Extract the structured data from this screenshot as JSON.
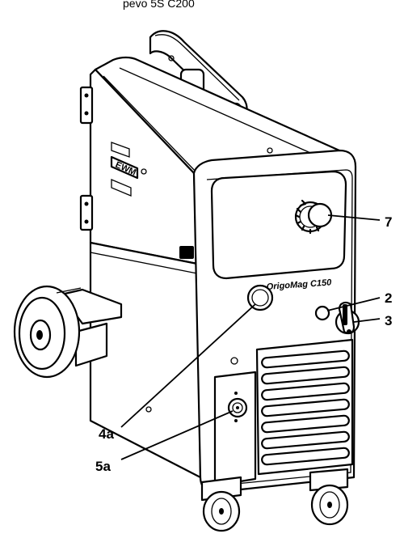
{
  "caption": "pevo 5S C200",
  "brand": {
    "side_logo": "EWM",
    "front_model": "OrigoMag C150"
  },
  "callouts": [
    {
      "id": "7",
      "label": "7"
    },
    {
      "id": "2",
      "label": "2"
    },
    {
      "id": "3",
      "label": "3"
    },
    {
      "id": "4a",
      "label": "4a"
    },
    {
      "id": "5a",
      "label": "5a"
    }
  ]
}
